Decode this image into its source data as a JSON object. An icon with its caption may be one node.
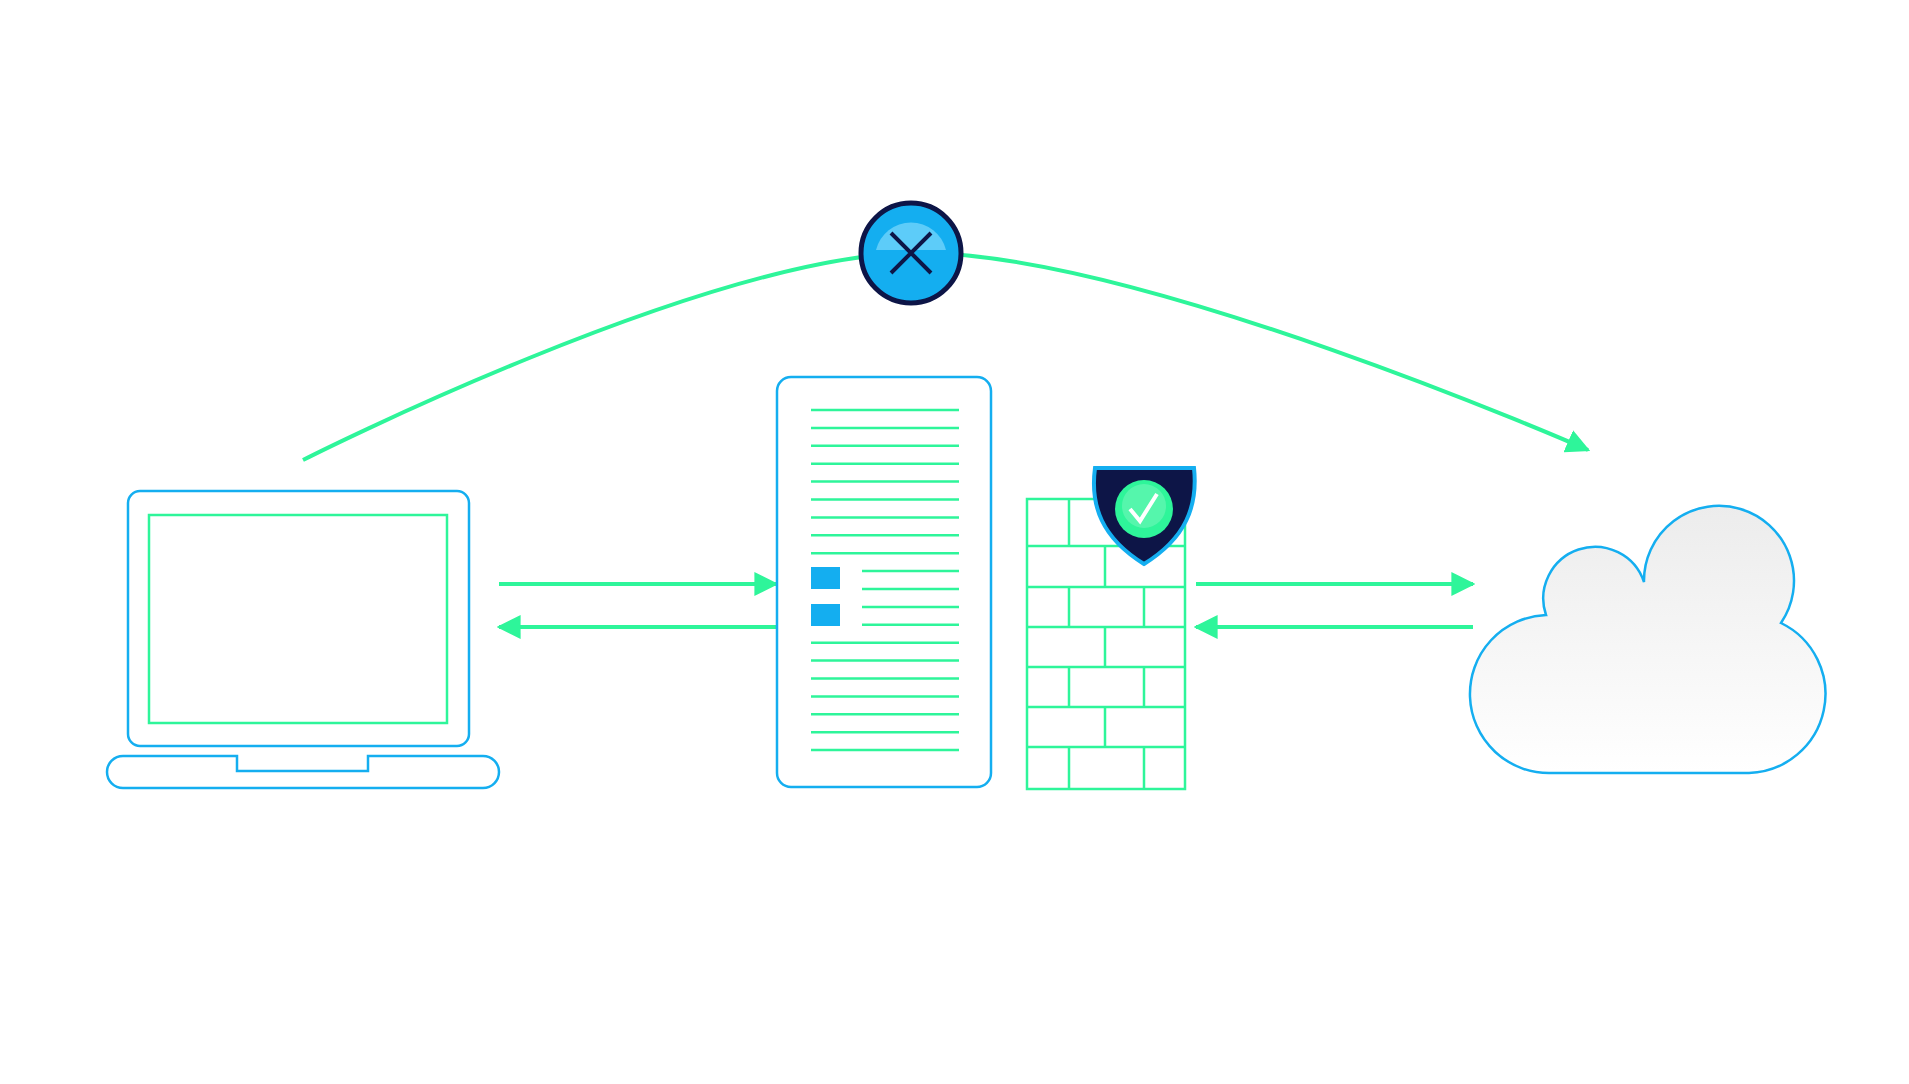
{
  "diagram": {
    "nodes": [
      {
        "text": [],
        "shape": "picture"
      },
      {
        "text": [],
        "shape": "picture"
      },
      {
        "text": [],
        "shape": "picture"
      },
      {
        "text": [],
        "shape": "cloud"
      }
    ],
    "edges": [
      {
        "from": 0,
        "to": 1,
        "arrow": "to"
      },
      {
        "from": 1,
        "to": 0,
        "arrow": "to"
      },
      {
        "from": 2,
        "to": 3,
        "arrow": "to"
      },
      {
        "from": 3,
        "to": 2,
        "arrow": "to"
      },
      {
        "from": 0,
        "to": 3,
        "arrow": "to"
      }
    ]
  }
}
